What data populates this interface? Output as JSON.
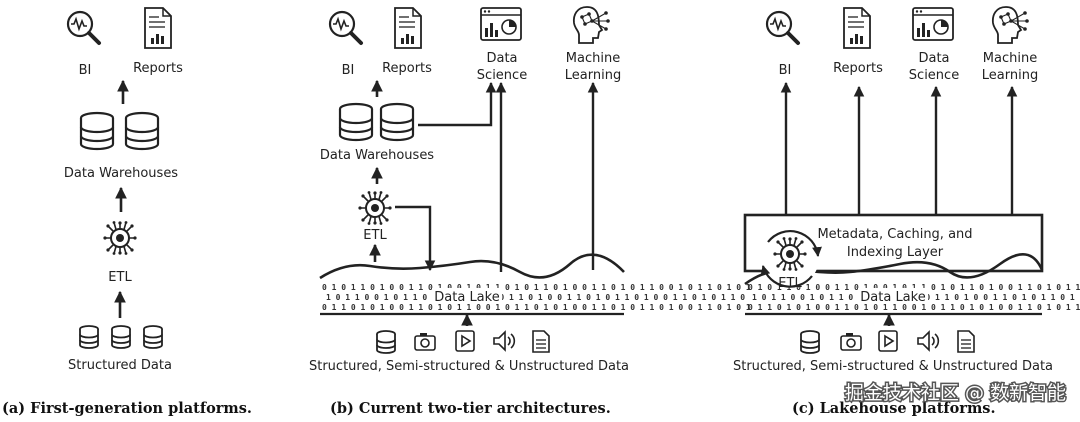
{
  "panel_a": {
    "caption": "(a) First-generation platforms.",
    "bi": "BI",
    "reports": "Reports",
    "data_warehouses": "Data Warehouses",
    "etl": "ETL",
    "structured_data": "Structured Data"
  },
  "panel_b": {
    "caption": "(b) Current two-tier architectures.",
    "bi": "BI",
    "reports": "Reports",
    "data_science_1": "Data",
    "data_science_2": "Science",
    "ml_1": "Machine",
    "ml_2": "Learning",
    "data_warehouses": "Data Warehouses",
    "etl": "ETL",
    "data_lake": "Data Lake",
    "sources": "Structured, Semi-structured & Unstructured Data"
  },
  "panel_c": {
    "caption": "(c) Lakehouse platforms.",
    "bi": "BI",
    "reports": "Reports",
    "data_science_1": "Data",
    "data_science_2": "Science",
    "ml_1": "Machine",
    "ml_2": "Learning",
    "layer_1": "Metadata, Caching, and",
    "layer_2": "Indexing Layer",
    "etl": "ETL",
    "data_lake": "Data Lake",
    "sources": "Structured, Semi-structured & Unstructured Data"
  },
  "watermark": "掘金技术社区 @ 数新智能"
}
